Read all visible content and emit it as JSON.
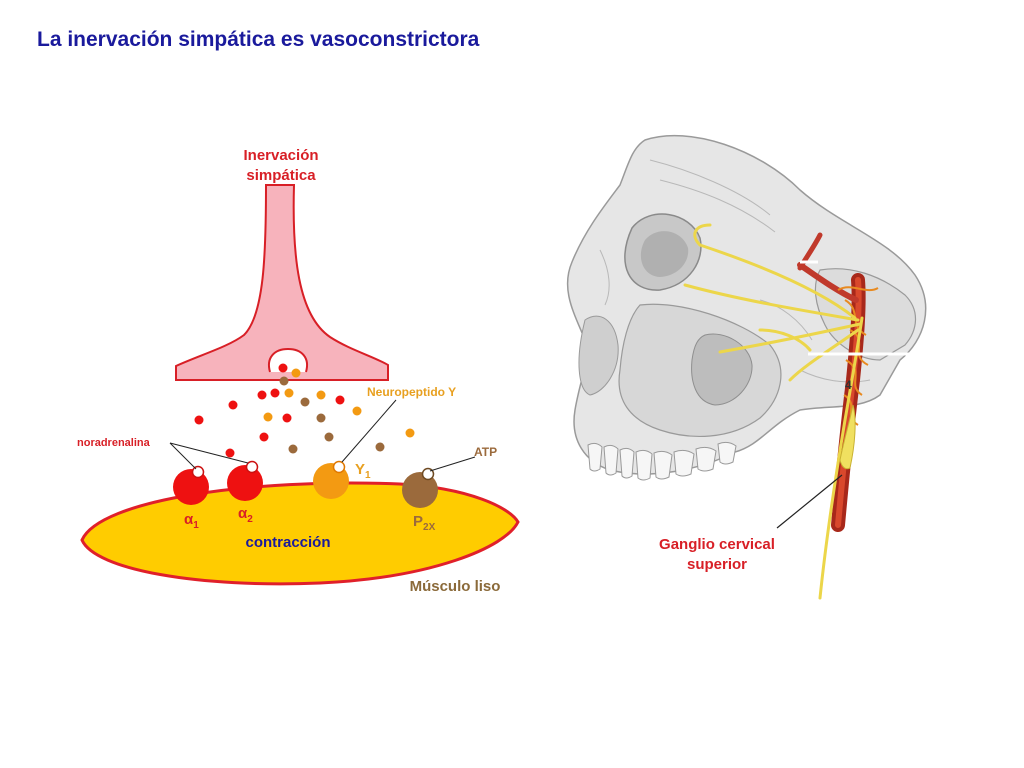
{
  "title": "La inervación simpática es vasoconstrictora",
  "diagram": {
    "nerve_label_line1": "Inervación",
    "nerve_label_line2": "simpática",
    "noradrenaline": "noradrenalina",
    "neuropeptide": "Neuropeptido Y",
    "atp": "ATP",
    "receptors": {
      "alpha1": {
        "base": "α",
        "sub": "1"
      },
      "alpha2": {
        "base": "α",
        "sub": "2"
      },
      "y1": {
        "base": "Y",
        "sub": "1"
      },
      "p2x": {
        "base": "P",
        "sub": "2X"
      }
    },
    "contraction": "contracción",
    "muscle": "Músculo liso"
  },
  "illustration": {
    "label_line1": "Ganglio cervical",
    "label_line2": "superior",
    "marker": "4"
  },
  "colors": {
    "title": "#1a1a9c",
    "nerve_fill": "#f7b3bc",
    "nerve_stroke": "#d81f26",
    "muscle_fill": "#ffcc00",
    "noradrenaline": "#ee1111",
    "neuropeptide": "#f39a12",
    "atp": "#9b6a3c",
    "label_red": "#d81f26",
    "label_orange": "#e8a020",
    "label_brown": "#8b6a3a",
    "contraction": "#1a1a9c"
  }
}
